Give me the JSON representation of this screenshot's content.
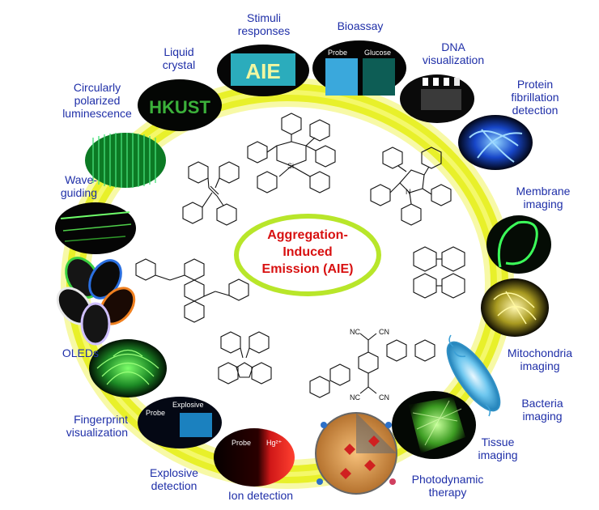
{
  "center": {
    "title": "Aggregation-\nInduced\nEmission (AIE)"
  },
  "applications": [
    {
      "id": "stimuli",
      "label": "Stimuli\nresponses",
      "inset_text": "AIE"
    },
    {
      "id": "bioassay",
      "label": "Bioassay",
      "inset_left": "Probe",
      "inset_right": "Glucose"
    },
    {
      "id": "dna",
      "label": "DNA\nvisualization"
    },
    {
      "id": "protein",
      "label": "Protein\nfibrillation\ndetection"
    },
    {
      "id": "membrane",
      "label": "Membrane\nimaging"
    },
    {
      "id": "mitochondria",
      "label": "Mitochondria\nimaging"
    },
    {
      "id": "bacteria",
      "label": "Bacteria\nimaging"
    },
    {
      "id": "tissue",
      "label": "Tissue\nimaging"
    },
    {
      "id": "photodynamic",
      "label": "Photodynamic\ntherapy"
    },
    {
      "id": "ion",
      "label": "Ion detection",
      "inset_left": "Probe",
      "inset_right": "Hg²⁺"
    },
    {
      "id": "explosive",
      "label": "Explosive\ndetection"
    },
    {
      "id": "fingerprint",
      "label": "Fingerprint\nvisualization",
      "inset_left": "Probe",
      "inset_right": "Explosive"
    },
    {
      "id": "oleds",
      "label": "OLEDs"
    },
    {
      "id": "waveguiding",
      "label": "Wave-\nguiding"
    },
    {
      "id": "cpl",
      "label": "Circularly\npolarized\nluminescence"
    },
    {
      "id": "liquid-crystal",
      "label": "Liquid\ncrystal",
      "inset_text": "HKUST"
    }
  ],
  "molecules": {
    "silole_atom": "Si",
    "pyrrole_atom": "N",
    "nitrile_1": "NC",
    "nitrile_2": "CN",
    "nitrile_3": "NC",
    "nitrile_4": "CN"
  },
  "colors": {
    "ring": "#e8f02a",
    "ring_glow": "#f7f9a6",
    "center_border": "#b8e62a",
    "label": "#1f2fa8",
    "title": "#d81010"
  }
}
